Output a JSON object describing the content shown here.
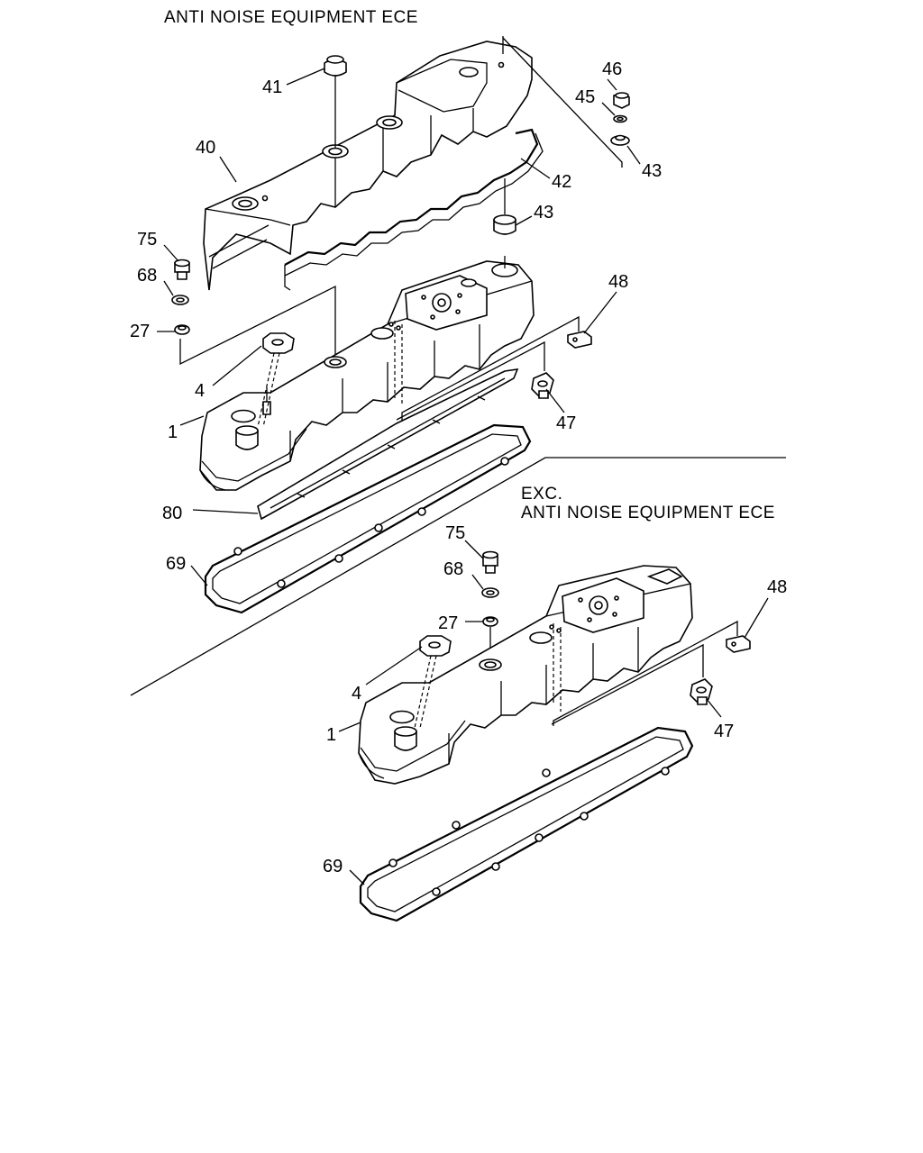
{
  "captions": {
    "top": "ANTI NOISE EQUIPMENT ECE",
    "bottom_line1": "EXC.",
    "bottom_line2": "ANTI NOISE EQUIPMENT ECE"
  },
  "upper_assembly": {
    "callouts": [
      "41",
      "40",
      "42",
      "46",
      "45",
      "43",
      "43",
      "75",
      "68",
      "27",
      "4",
      "1",
      "48",
      "47",
      "80",
      "69"
    ]
  },
  "lower_assembly": {
    "callouts": [
      "75",
      "68",
      "27",
      "4",
      "1",
      "48",
      "47",
      "69"
    ]
  }
}
